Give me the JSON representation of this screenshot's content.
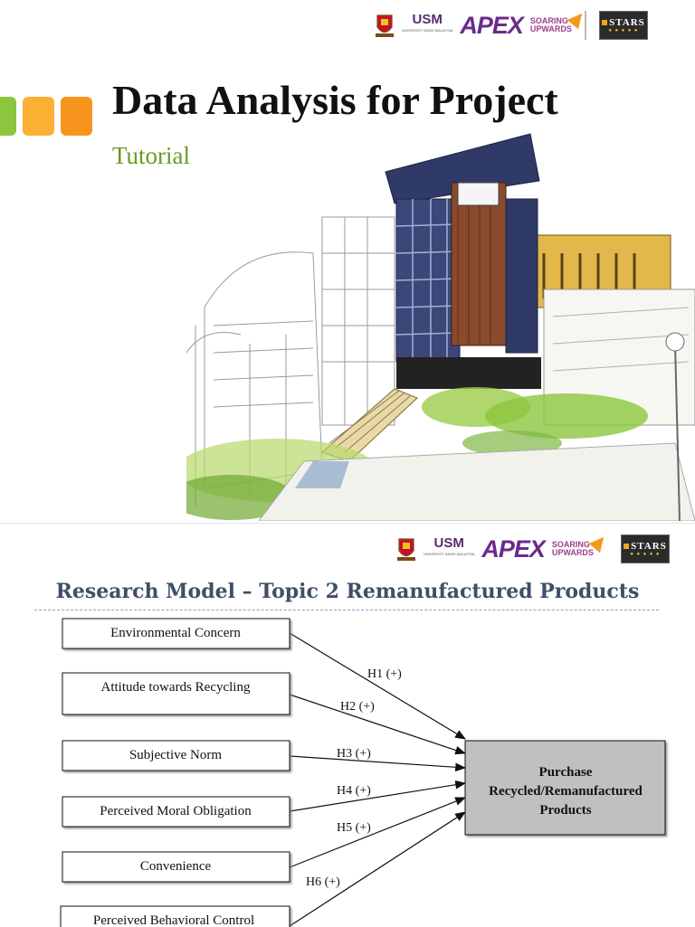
{
  "logos": {
    "usm": "USM",
    "usm_sub": "UNIVERSITI SAINS MALAYSIA",
    "apex": "APEX",
    "soaring": [
      "SOARING",
      "UPWARDS"
    ],
    "stars": "STARS"
  },
  "slide1": {
    "title": "Data Analysis for Project",
    "subtitle": "Tutorial",
    "accent_colors": [
      "#8cc63f",
      "#fbb034",
      "#f7941d"
    ]
  },
  "slide2": {
    "title": "Research Model – Topic 2 Remanufactured Products",
    "predictors": [
      "Environmental Concern",
      "Attitude towards Recycling",
      "Subjective Norm",
      "Perceived Moral Obligation",
      "Convenience",
      "Perceived Behavioral Control"
    ],
    "hypotheses": [
      "H1 (+)",
      "H2 (+)",
      "H3 (+)",
      "H4 (+)",
      "H5 (+)",
      "H6 (+)"
    ],
    "outcome": [
      "Purchase",
      "Recycled/Remanufactured",
      "Products"
    ]
  }
}
